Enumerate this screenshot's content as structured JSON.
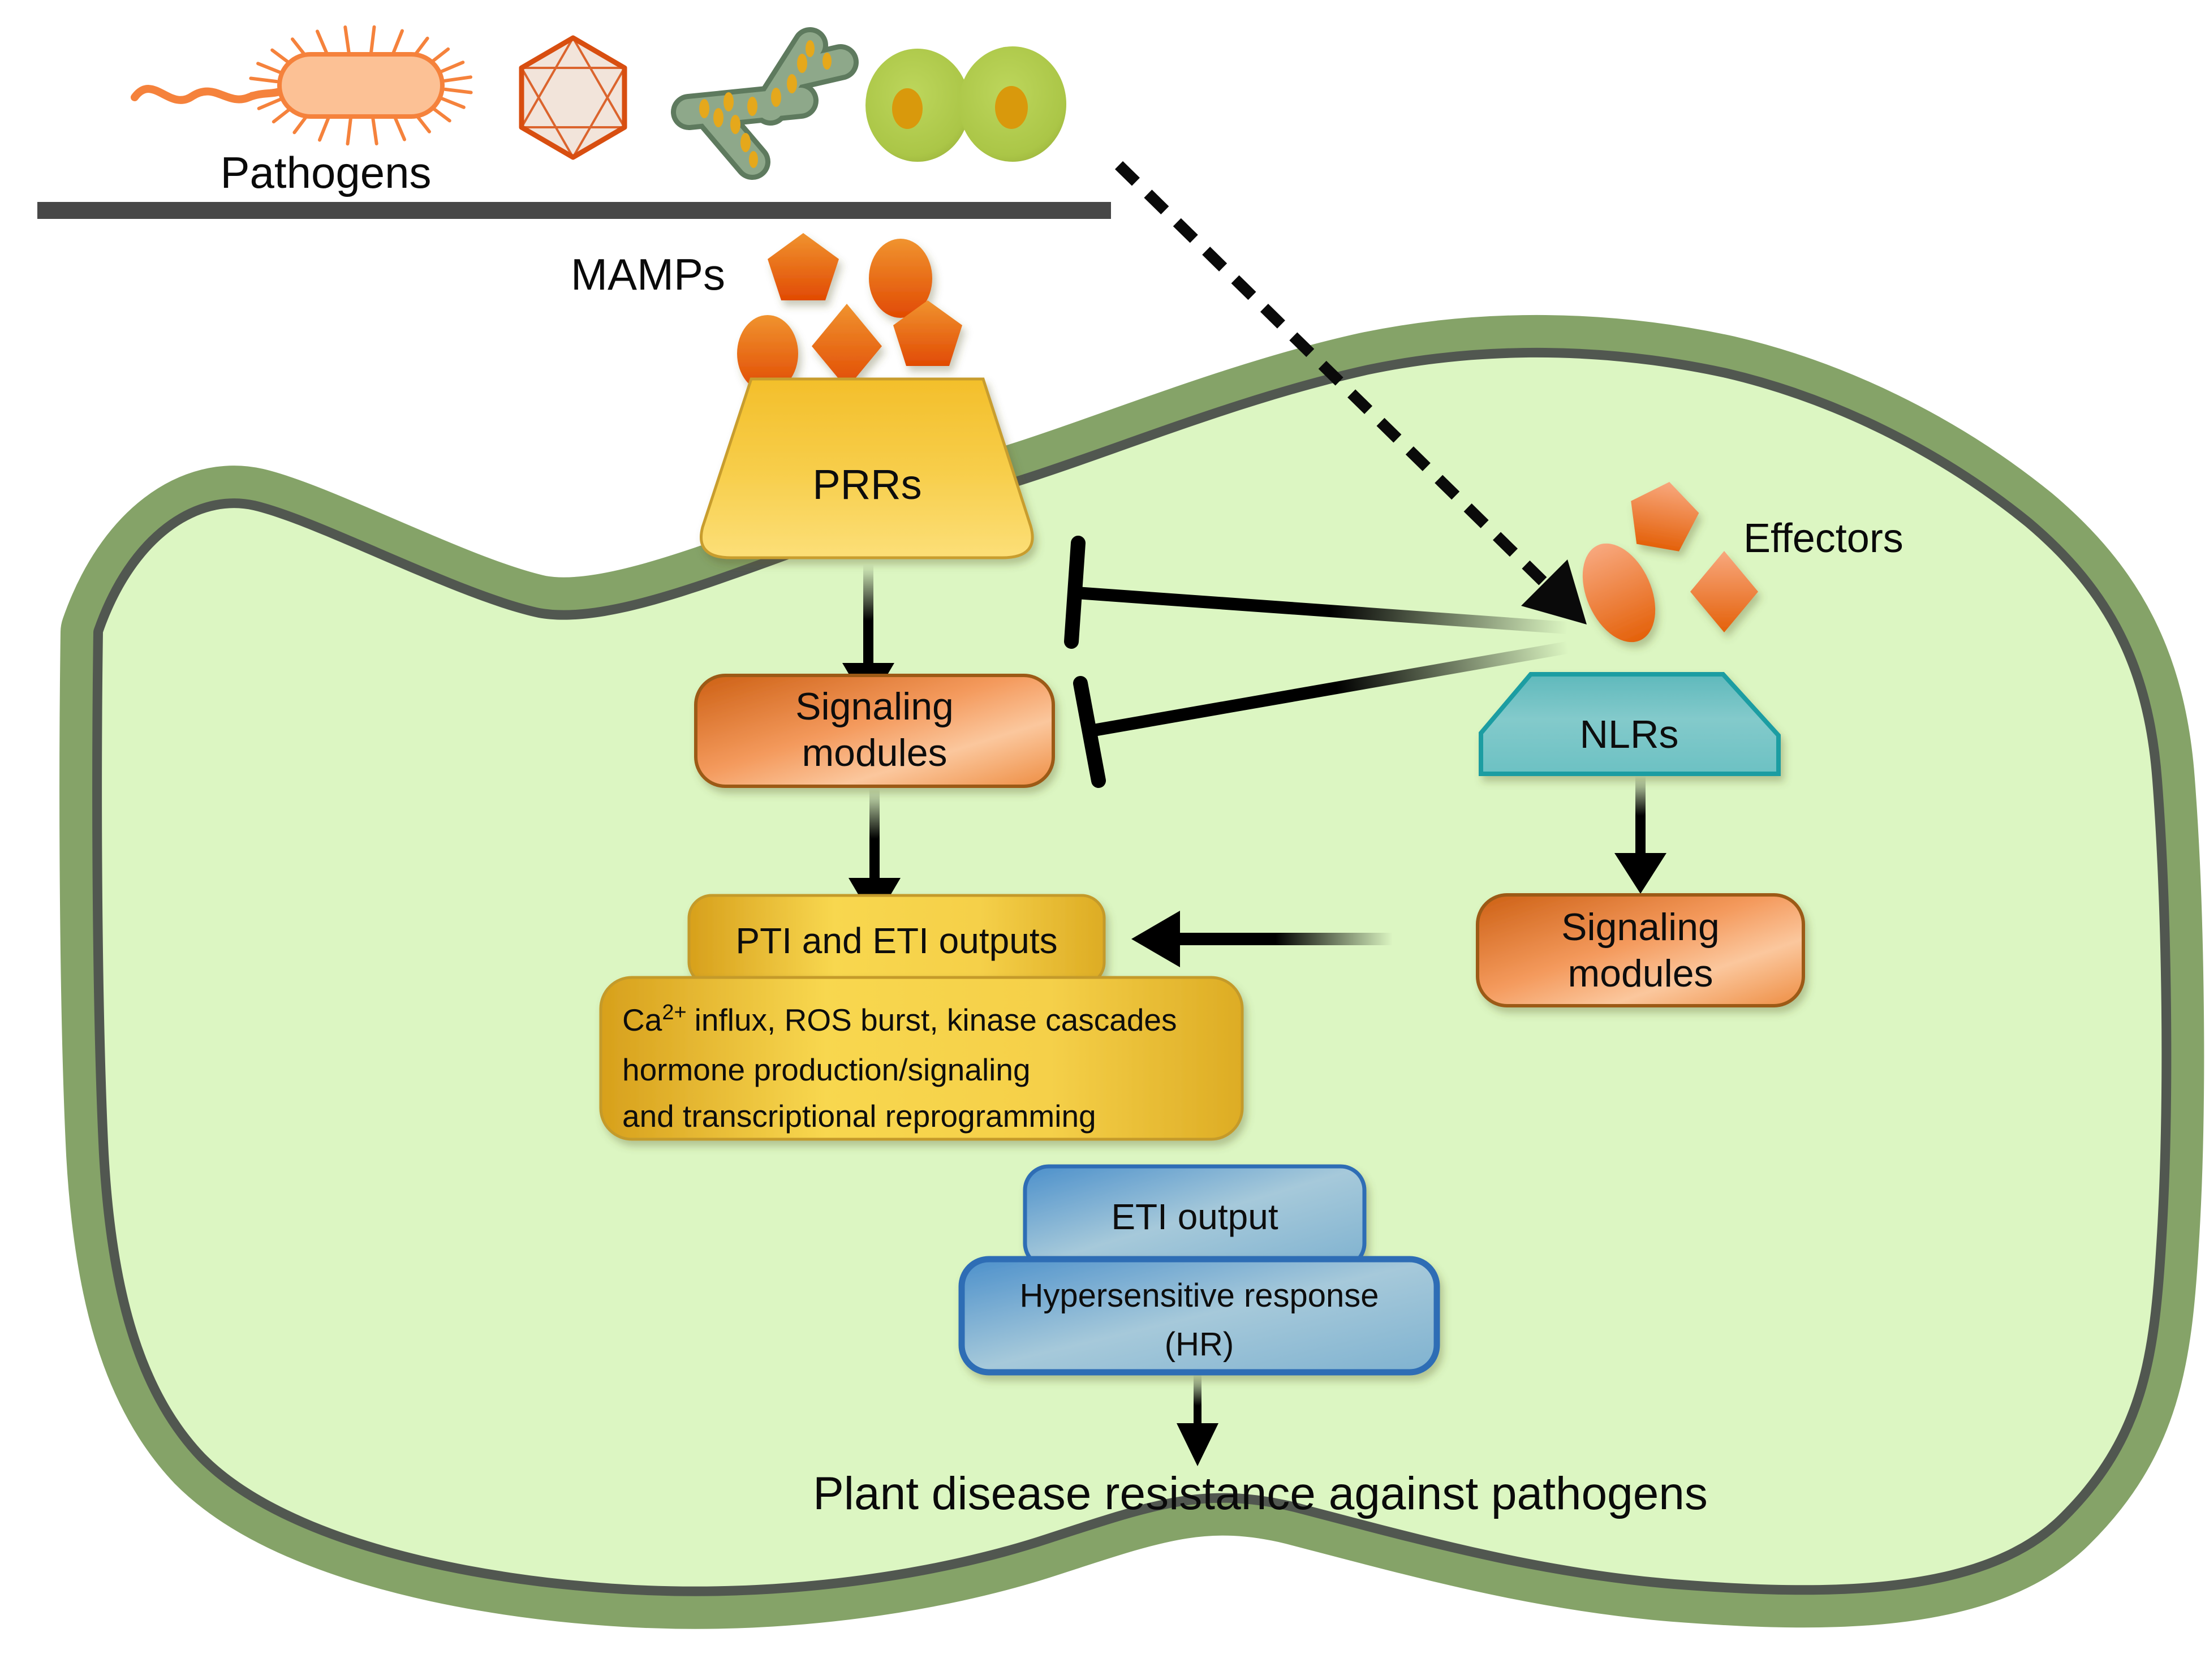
{
  "figure": {
    "title": "Plant immune signaling diagram",
    "zones": [
      "extracellular-space",
      "plant-cell"
    ]
  },
  "labels": {
    "pathogens": "Pathogens",
    "mamps": "MAMPs",
    "prrs": "PRRs",
    "effectors": "Effectors",
    "nlrs": "NLRs",
    "signaling_left": {
      "line1": "Signaling",
      "line2": "modules"
    },
    "signaling_right": {
      "line1": "Signaling",
      "line2": "modules"
    },
    "pti_eti_outputs": "PTI and ETI outputs",
    "outputs_detail": {
      "ca": "Ca",
      "ca_sup": "2+",
      "line1_rest": "influx, ROS burst, kinase cascades",
      "line2": "hormone production/signaling",
      "line3": "and transcriptional reprogramming"
    },
    "eti_output": "ETI output",
    "hypersensitive": {
      "line1": "Hypersensitive response",
      "line2": "(HR)"
    },
    "resistance": "Plant disease resistance against pathogens"
  },
  "icons": {
    "pathogen_row": [
      "bacterium-icon",
      "virus-icon",
      "fungus-icon",
      "parasite-cells-icon"
    ],
    "mamp_shapes": [
      "pentagon",
      "ellipse",
      "ellipse",
      "diamond",
      "pentagon"
    ],
    "effector_shapes": [
      "pentagon",
      "ellipse",
      "diamond"
    ]
  },
  "colors": {
    "cell_wall_green": "#85a368",
    "membrane_gray": "#515750",
    "cytoplasm": "#dcf6c2",
    "gold_box": "#f2c633",
    "orange_box": "#ee8d42",
    "orange_shape": "#e8650d",
    "salmon_shape": "#f79d72",
    "blue_box": "#7fb2d0",
    "blue_border": "#2d6db5",
    "teal_box": "#6cc1c3",
    "pathogen_orange": "#f5823c",
    "arrow_black": "#000000"
  }
}
